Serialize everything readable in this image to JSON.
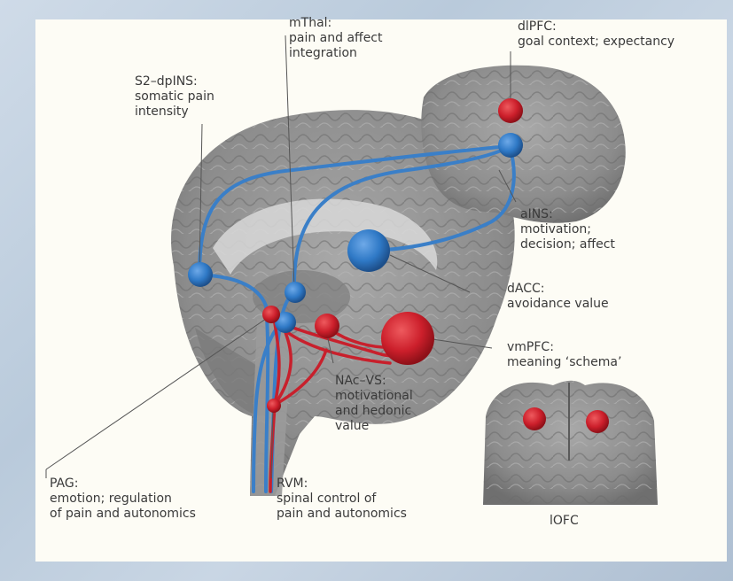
{
  "labels": {
    "mthal": {
      "name": "mThal:",
      "lines": [
        "pain and affect",
        "integration"
      ]
    },
    "dlpfc": {
      "name": "dlPFC:",
      "lines": [
        "goal context; expectancy"
      ]
    },
    "s2_dpins": {
      "name": "S2–dpINS:",
      "lines": [
        "somatic pain",
        "intensity"
      ]
    },
    "ains": {
      "name": "aINS:",
      "lines": [
        "motivation;",
        "decision; affect"
      ]
    },
    "dacc": {
      "name": "dACC:",
      "lines": [
        "avoidance value"
      ]
    },
    "vmpfc": {
      "name": "vmPFC:",
      "lines": [
        "meaning ‘schema’"
      ]
    },
    "nac_vs": {
      "name": "NAc–VS:",
      "lines": [
        "motivational",
        "and hedonic",
        "value"
      ]
    },
    "pag": {
      "name": "PAG:",
      "lines": [
        "emotion; regulation",
        "of pain and autonomics"
      ]
    },
    "rvm": {
      "name": "RVM:",
      "lines": [
        "spinal control of",
        "pain and autonomics"
      ]
    },
    "lofc": {
      "name": "lOFC",
      "lines": []
    }
  },
  "colors": {
    "blue_node": "#3a7fc8",
    "red_node": "#c8202c",
    "brain": "#8a8a8a"
  }
}
